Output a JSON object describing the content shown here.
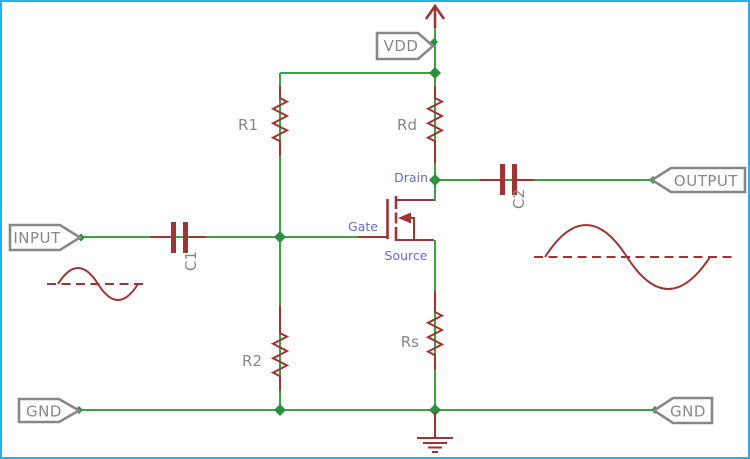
{
  "diagram": {
    "ports": {
      "vdd": "VDD",
      "input": "INPUT",
      "output": "OUTPUT",
      "gnd_left": "GND",
      "gnd_right": "GND"
    },
    "components": {
      "r1": "R1",
      "r2": "R2",
      "rd": "Rd",
      "rs": "Rs",
      "c1": "C1",
      "c2": "C2"
    },
    "mosfet_pins": {
      "drain": "Drain",
      "gate": "Gate",
      "source": "Source"
    },
    "colors": {
      "wire": "#3fa046",
      "junction": "#2e8f3c",
      "component": "#9e3434",
      "port_outline": "#878787",
      "port_text": "#878787",
      "label_gray": "#878787",
      "pin_label": "#6a6acc",
      "border": "#29b0e2",
      "background": "#ffffff"
    }
  }
}
